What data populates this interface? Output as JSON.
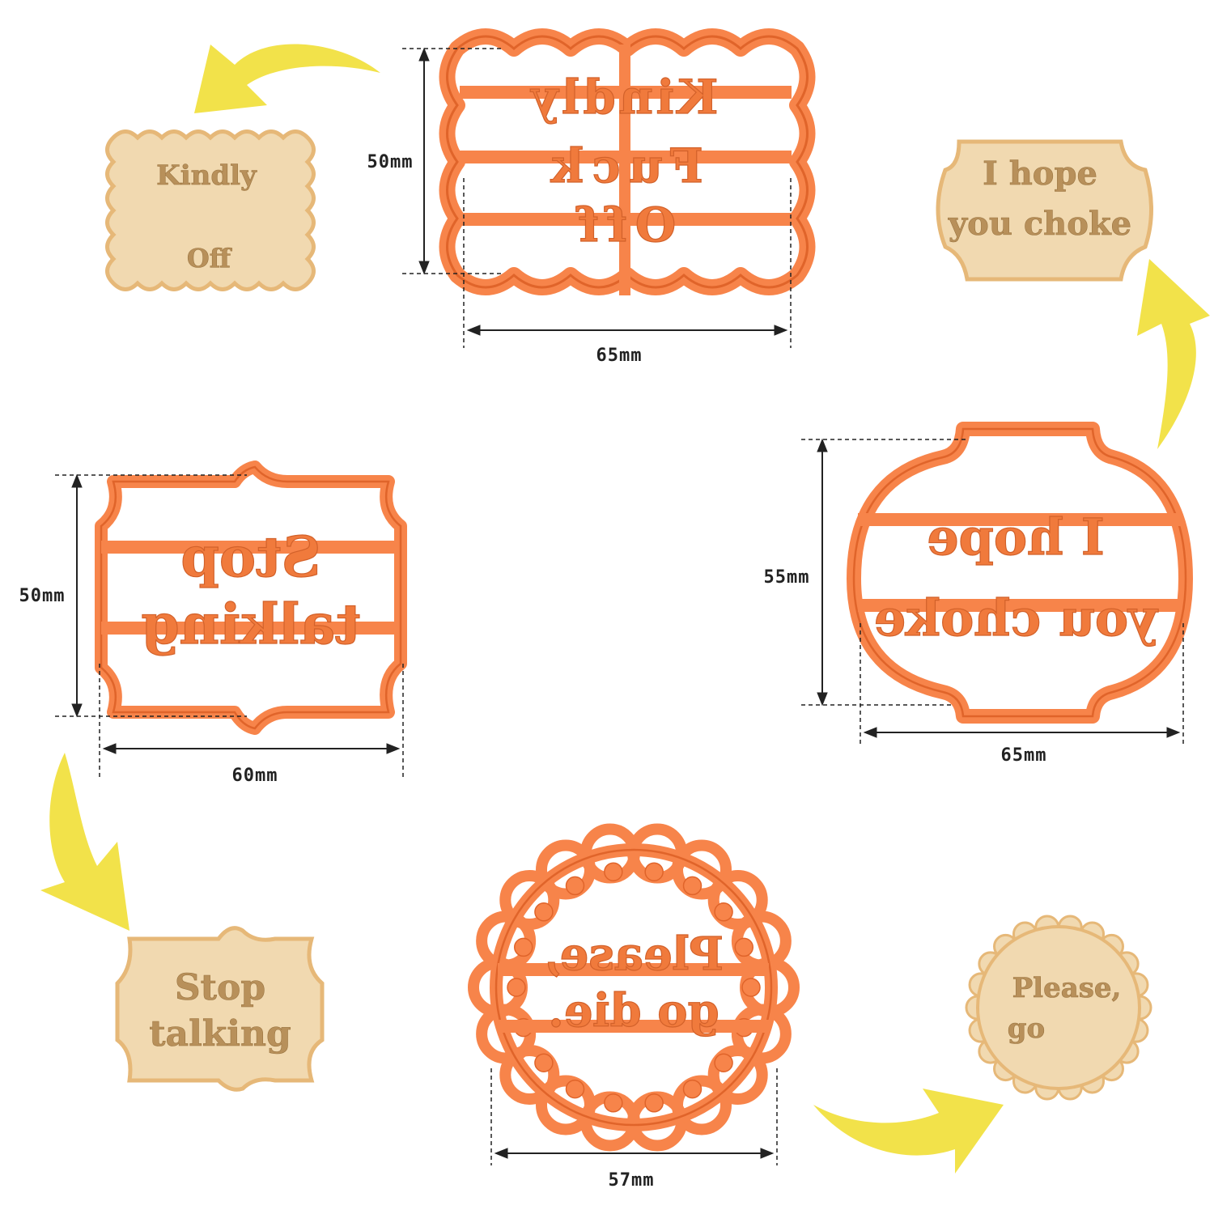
{
  "colors": {
    "cutter": "#f7844a",
    "cutter_dark": "#e0642a",
    "cookie": "#f1d9b0",
    "cookie_edge": "#e6b878",
    "arrow": "#f2e24a",
    "dimension": "#222222",
    "background": "#ffffff"
  },
  "cutters": {
    "kindly": {
      "width_label": "65mm",
      "height_label": "50mm",
      "text": [
        "Kindly",
        "Fuck",
        "Off"
      ]
    },
    "hope": {
      "width_label": "65mm",
      "height_label": "55mm",
      "text": [
        "I hope",
        "you choke"
      ]
    },
    "stop": {
      "width_label": "60mm",
      "height_label": "50mm",
      "text": [
        "Stop",
        "talking"
      ]
    },
    "please": {
      "width_label": "57mm",
      "text": [
        "Please,",
        "go die."
      ]
    }
  },
  "cookies": {
    "kindly": [
      "Kindly",
      "Off"
    ],
    "hope": [
      "I hope",
      "you choke"
    ],
    "stop": [
      "Stop",
      "talking"
    ],
    "please": [
      "Please,",
      "go"
    ]
  },
  "arrows": [
    "arrow-icon",
    "arrow-icon",
    "arrow-icon",
    "arrow-icon"
  ]
}
